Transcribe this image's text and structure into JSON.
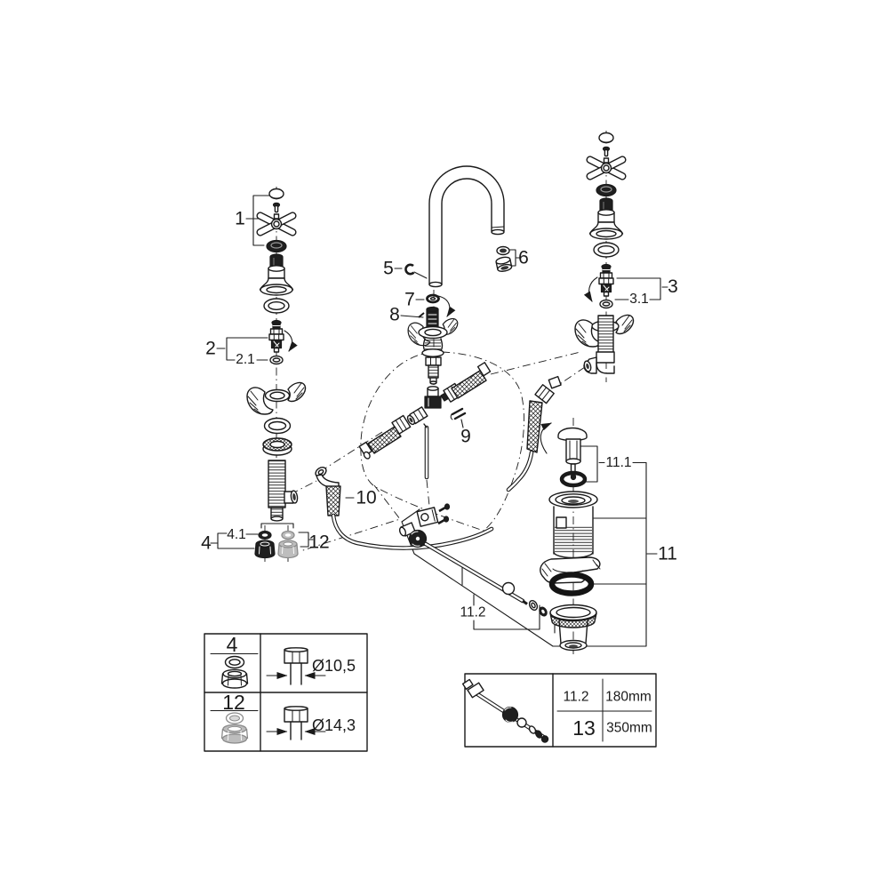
{
  "diagram": {
    "part_labels": {
      "n1": "1",
      "n2": "2",
      "n2_1": "2.1",
      "n3": "3",
      "n3_1": "3.1",
      "n4": "4",
      "n4_1": "4.1",
      "n5": "5",
      "n6": "6",
      "n7": "7",
      "n8": "8",
      "n9": "9",
      "n10": "10",
      "n11": "11",
      "n11_1": "11.1",
      "n11_2": "11.2",
      "n12": "12"
    },
    "size_table": {
      "rows": [
        {
          "part": "4",
          "dimension": "Ø10,5"
        },
        {
          "part": "12",
          "dimension": "Ø14,3"
        }
      ]
    },
    "length_table": {
      "rows": [
        {
          "part": "11.2",
          "length": "180mm"
        },
        {
          "part": "13",
          "length": "350mm"
        }
      ]
    },
    "colors": {
      "line": "#1a1a1a",
      "dark_fill": "#1f1f1f",
      "gray_fill": "#bdbdbd",
      "gray_stroke": "#8a8a8a"
    }
  }
}
